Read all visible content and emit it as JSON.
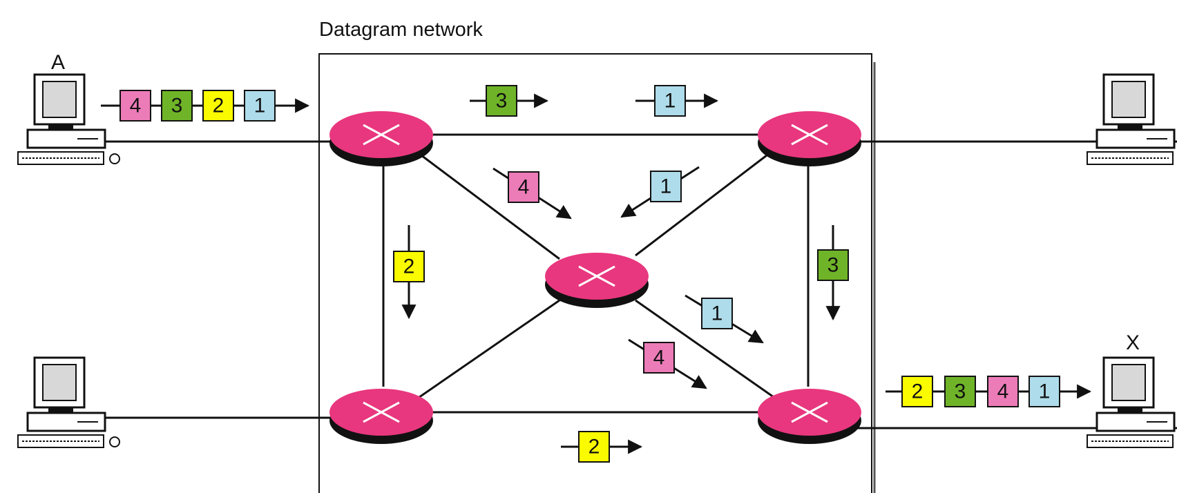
{
  "network_title": "Datagram network",
  "hosts": {
    "top_left": "A",
    "bottom_right": "X"
  },
  "colors": {
    "router": "#e8377e",
    "router_dark": "#111111",
    "pkt_1": "#aedcea",
    "pkt_2": "#fbfb00",
    "pkt_3": "#6fb428",
    "pkt_4": "#ec7cb8"
  },
  "packets": {
    "source_queue": [
      "4",
      "3",
      "2",
      "1"
    ],
    "dest_queue": [
      "2",
      "3",
      "4",
      "1"
    ],
    "top_link_a": "3",
    "top_link_b": "1",
    "diag_tl": "4",
    "diag_tr": "1",
    "left_link": "2",
    "right_link": "3",
    "diag_br_a": "1",
    "diag_br_b": "4",
    "bottom_link": "2"
  }
}
